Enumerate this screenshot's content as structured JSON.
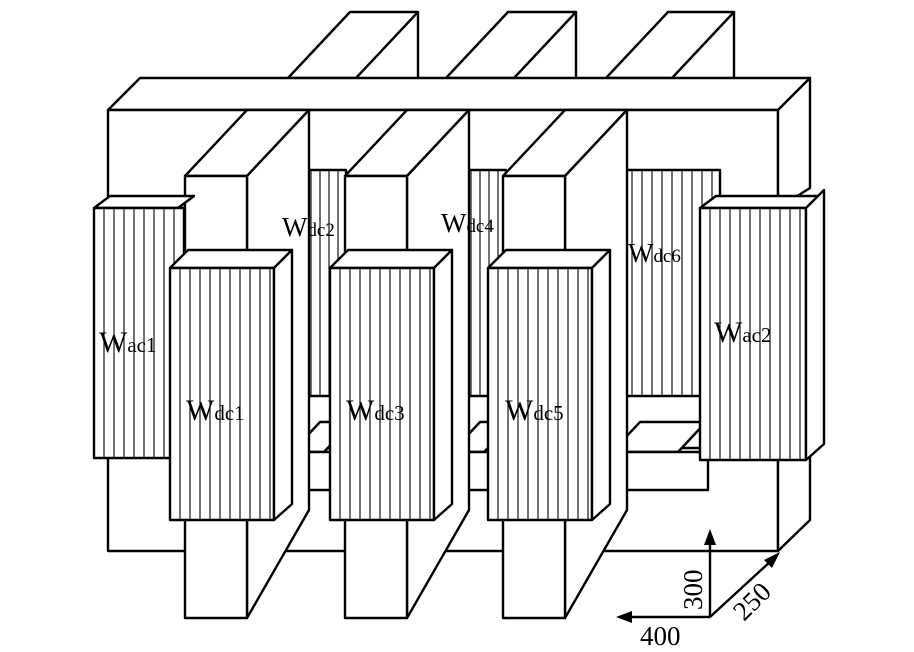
{
  "diagram": {
    "windings": [
      {
        "id": "wac1",
        "main": "W",
        "sub": "ac1"
      },
      {
        "id": "wdc1",
        "main": "W",
        "sub": "dc1"
      },
      {
        "id": "wdc2",
        "main": "W",
        "sub": "dc2"
      },
      {
        "id": "wdc3",
        "main": "W",
        "sub": "dc3"
      },
      {
        "id": "wdc4",
        "main": "W",
        "sub": "dc4"
      },
      {
        "id": "wdc5",
        "main": "W",
        "sub": "dc5"
      },
      {
        "id": "wdc6",
        "main": "W",
        "sub": "dc6"
      },
      {
        "id": "wac2",
        "main": "W",
        "sub": "ac2"
      }
    ],
    "dimensions": {
      "height": "300",
      "depth": "250",
      "width": "400"
    }
  }
}
